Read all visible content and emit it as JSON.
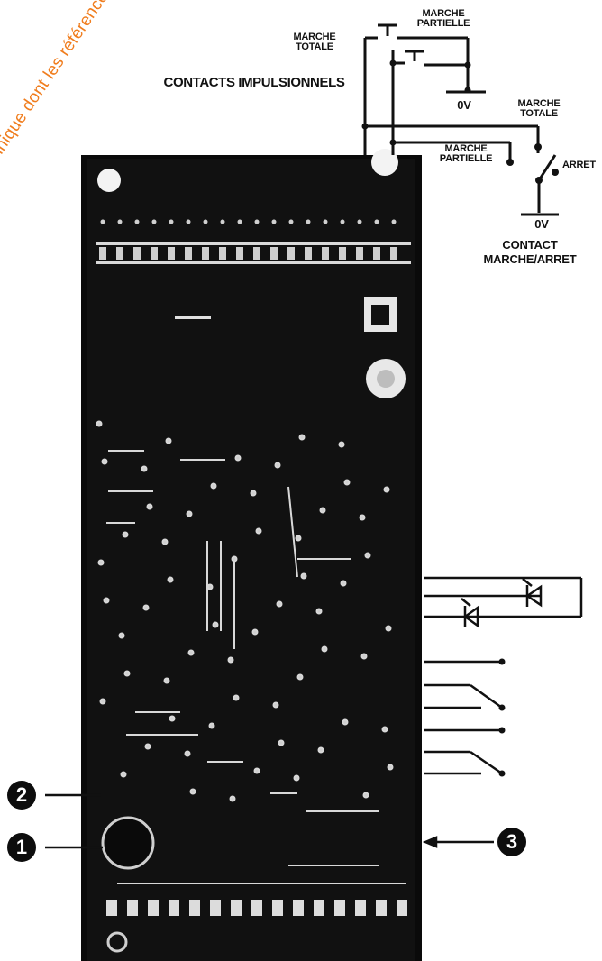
{
  "labels": {
    "marche_totale_top": "MARCHE\nTOTALE",
    "marche_partielle_top": "MARCHE\nPARTIELLE",
    "contacts_impulsionnels": "CONTACTS IMPULSIONNELS",
    "zero_v_top": "0V",
    "marche_totale_right": "MARCHE\nTOTALE",
    "marche_partielle_right": "MARCHE\nPARTIELLE",
    "arret": "ARRET",
    "zero_v_bottom": "0V",
    "contact_marche_arret": "CONTACT\nMARCHE/ARRET"
  },
  "callouts": {
    "one": "1",
    "two": "2",
    "three": "3"
  },
  "watermark": "technique dont les références marque"
}
